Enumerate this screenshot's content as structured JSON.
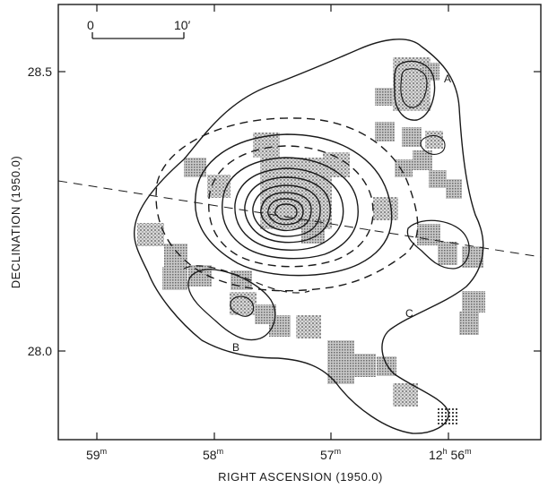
{
  "chart_data": {
    "type": "contour",
    "xlabel": "RIGHT ASCENSION (1950.0)",
    "ylabel": "DECLINATION (1950.0)",
    "x_ticks": [
      {
        "label_main": "59",
        "label_sup": "m"
      },
      {
        "label_main": "58",
        "label_sup": "m"
      },
      {
        "label_main": "57",
        "label_sup": "m"
      },
      {
        "label_main": "12",
        "label_sup": "h",
        "label_main2": " 56",
        "label_sup2": "m"
      }
    ],
    "y_ticks": [
      {
        "label": "28.5"
      },
      {
        "label": "28.0"
      }
    ],
    "scale_bar": {
      "start": "0",
      "end": "10′"
    },
    "region_labels": [
      "A",
      "B",
      "C"
    ],
    "grid": false,
    "contour_levels": 12,
    "features": [
      "outer contour",
      "dashed contours",
      "stippled galaxy squares",
      "dashed line through centre"
    ]
  },
  "colors": {
    "ink": "#1a1a1a",
    "stipple": "#9a9a9a",
    "background": "#ffffff"
  }
}
